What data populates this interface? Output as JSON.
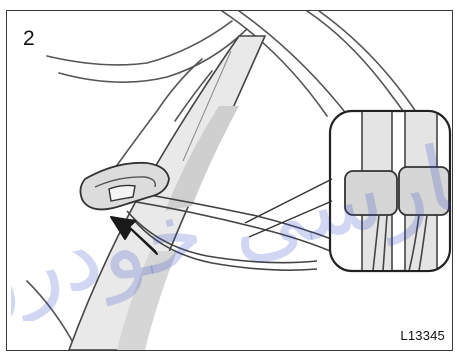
{
  "figure": {
    "step_number": "2",
    "figure_code": "L13345",
    "watermark_text": "فارسی خودرو"
  },
  "colors": {
    "line": "#4a4a4a",
    "belt_light": "#e4e4e4",
    "belt_shade": "#cfcfcf",
    "guide_fill": "#dadada",
    "arrow": "#1a1a1a",
    "watermark": "#2e47c4"
  },
  "icons": {
    "arrow": "arrow-icon",
    "belt_guide": "belt-guide-icon"
  }
}
